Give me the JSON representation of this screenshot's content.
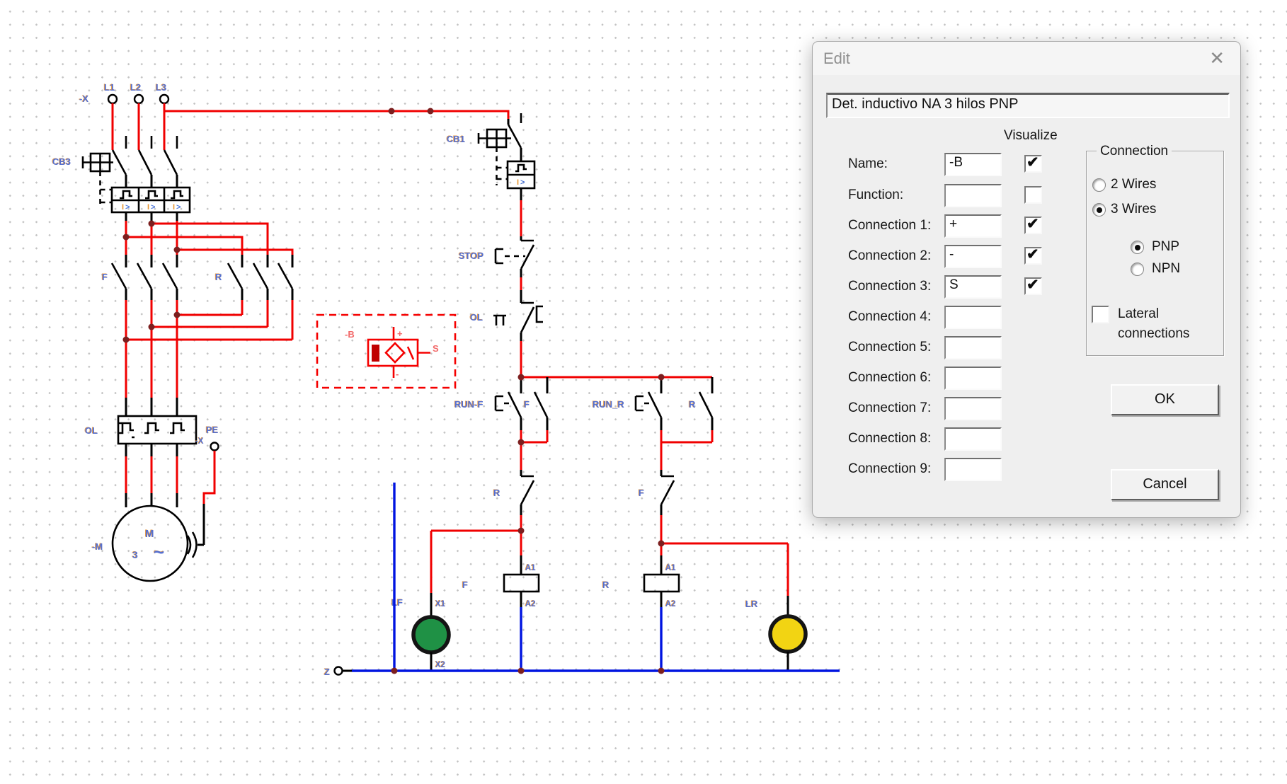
{
  "dialog": {
    "title": "Edit",
    "close_glyph": "✕",
    "description_value": "Det. inductivo NA 3 hilos PNP",
    "visualize_label": "Visualize",
    "rows": [
      {
        "label": "Name:",
        "value": "-B",
        "has_checkbox": true,
        "checked": true,
        "check_glyph": "✔"
      },
      {
        "label": "Function:",
        "value": "",
        "has_checkbox": true,
        "checked": false,
        "check_glyph": ""
      },
      {
        "label": "Connection 1:",
        "value": "+",
        "has_checkbox": true,
        "checked": true,
        "check_glyph": "✔"
      },
      {
        "label": "Connection 2:",
        "value": "-",
        "has_checkbox": true,
        "checked": true,
        "check_glyph": "✔"
      },
      {
        "label": "Connection 3:",
        "value": "S",
        "has_checkbox": true,
        "checked": true,
        "check_glyph": "✔"
      },
      {
        "label": "Connection 4:",
        "value": "",
        "has_checkbox": false
      },
      {
        "label": "Connection 5:",
        "value": "",
        "has_checkbox": false
      },
      {
        "label": "Connection 6:",
        "value": "",
        "has_checkbox": false
      },
      {
        "label": "Connection 7:",
        "value": "",
        "has_checkbox": false
      },
      {
        "label": "Connection 8:",
        "value": "",
        "has_checkbox": false
      },
      {
        "label": "Connection 9:",
        "value": "",
        "has_checkbox": false
      }
    ],
    "connection_group": {
      "title": "Connection",
      "wires_options": [
        {
          "label": "2 Wires",
          "selected": false
        },
        {
          "label": "3 Wires",
          "selected": true
        }
      ],
      "type_options": [
        {
          "label": "PNP",
          "selected": true
        },
        {
          "label": "NPN",
          "selected": false
        }
      ],
      "lateral_line1": "Lateral",
      "lateral_line2": "connections",
      "lateral_checked": false,
      "lateral_check_glyph": ""
    },
    "ok_label": "OK",
    "cancel_label": "Cancel"
  },
  "schematic": {
    "labels": {
      "x_term": "-X",
      "l1": "L1",
      "l2": "L2",
      "l3": "L3",
      "cb3": "CB3",
      "cb1": "CB1",
      "ip_i": "I",
      "ip_gt": ">",
      "f": "F",
      "r": "R",
      "ol": "OL",
      "pe": "PE",
      "m": "M",
      "three": "3",
      "tilde": "~",
      "m_name": "-M",
      "stop": "STOP",
      "runf": "RUN-F",
      "runr": "RUN_R",
      "a1": "A1",
      "a2": "A2",
      "lf": "LF",
      "x1": "X1",
      "x2": "X2",
      "lr": "LR",
      "z": "Z",
      "sensor_name": "-B",
      "sensor_plus": "+",
      "sensor_minus": "-",
      "sensor_s": "S"
    },
    "colors": {
      "wire_live": "#f00000",
      "wire_neutral": "#0014e0",
      "wire_default": "#000000",
      "label_blue": "#5570d0",
      "selection_red": "#f50000",
      "lamp_green": "#1f9145",
      "lamp_yellow": "#f2d413",
      "junction": "#7c1f1f"
    }
  }
}
